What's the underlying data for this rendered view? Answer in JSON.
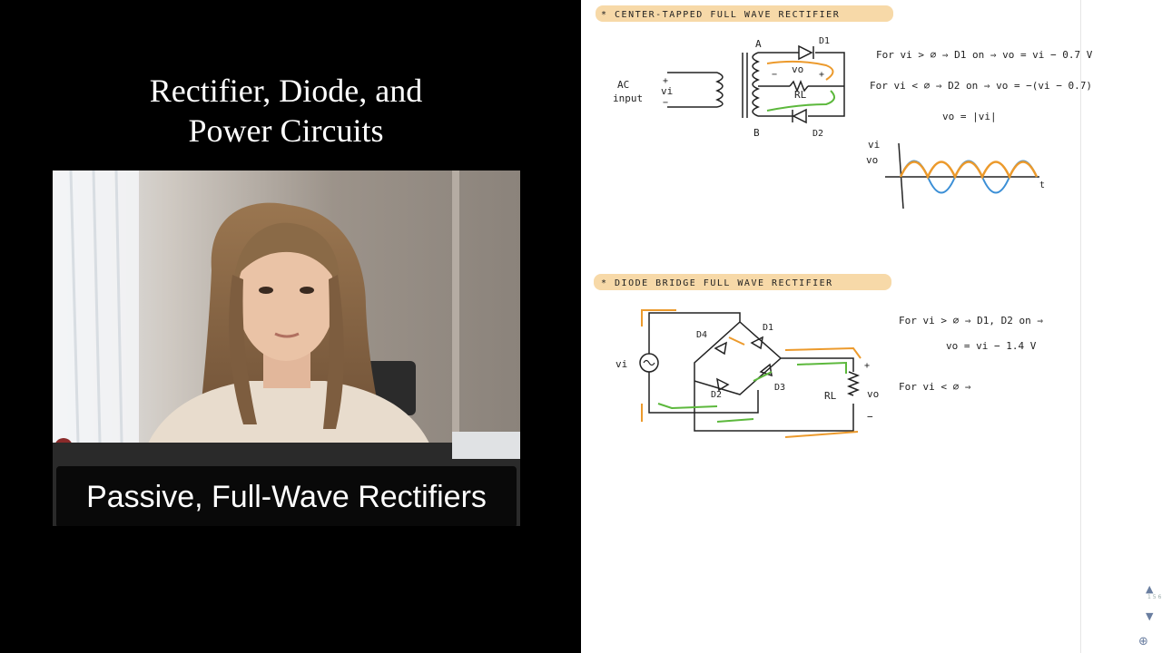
{
  "lecture": {
    "course_title_line1": "Rectifier, Diode, and",
    "course_title_line2": "Power Circuits",
    "lesson_title": "Passive, Full-Wave Rectifiers"
  },
  "board": {
    "section1": {
      "heading": "* CENTER-TAPPED FULL WAVE RECTIFIER",
      "ac_label_1": "AC",
      "ac_label_2": "input",
      "vi": "vi",
      "plus": "+",
      "minus": "−",
      "node_a": "A",
      "node_b": "B",
      "d1": "D1",
      "d2": "D2",
      "vo": "vo",
      "rl": "RL",
      "eq1": "For vi > ∅ ⇒ D1 on ⇒ vo = vi − 0.7 V",
      "eq2": "For vi < ∅ ⇒ D2 on ⇒ vo = −(vi − 0.7)",
      "eq3": "vo = |vi|",
      "wave_vi": "vi",
      "wave_vo": "vo",
      "wave_t": "t"
    },
    "section2": {
      "heading": "* DIODE BRIDGE FULL WAVE RECTIFIER",
      "vi": "vi",
      "d1": "D1",
      "d2": "D2",
      "d3": "D3",
      "d4": "D4",
      "rl": "RL",
      "vo": "vo",
      "plus": "+",
      "minus": "−",
      "eq1": "For vi > ∅ ⇒ D1, D2 on ⇒",
      "eq2": "vo = vi − 1.4 V",
      "eq3": "For vi < ∅ ⇒"
    },
    "colors": {
      "highlight": "#f7d9a8",
      "orange": "#ec9a2c",
      "green": "#5cb83c",
      "blue": "#3b8fd6"
    }
  },
  "controls": {
    "scroll_up_icon": "▲",
    "page_indicator": "1 5 6",
    "scroll_down_icon": "▼",
    "zoom_icon": "⊕"
  }
}
